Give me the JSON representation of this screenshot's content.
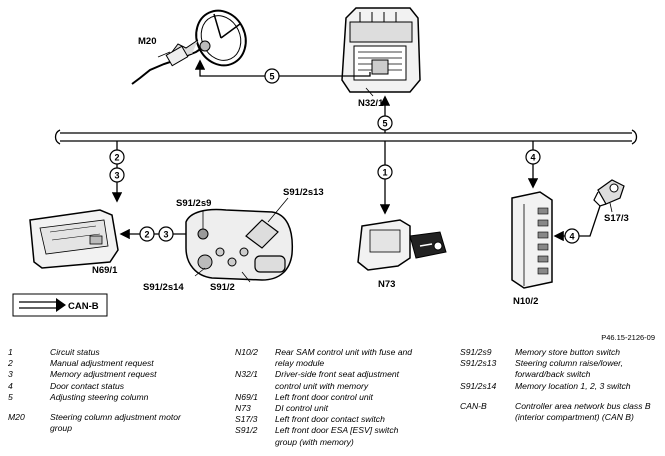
{
  "components": {
    "m20": "M20",
    "n32_1": "N32/1",
    "s91_2s9": "S91/2s9",
    "s91_2s13": "S91/2s13",
    "s91_2s14": "S91/2s14",
    "s91_2": "S91/2",
    "n69_1": "N69/1",
    "n73": "N73",
    "n10_2": "N10/2",
    "s17_3": "S17/3"
  },
  "markers": {
    "steering_link": "5",
    "bus_n32": "5",
    "down_left_a": "2",
    "down_left_b": "3",
    "down_mid": "1",
    "down_right": "4",
    "switch_to_n69_a": "2",
    "switch_to_n69_b": "3",
    "s17_to_n10": "4"
  },
  "can_b_label": "CAN-B",
  "figure_ref": "P46.15-2126-09",
  "legend_col1": [
    {
      "key": "1",
      "value": "Circuit status"
    },
    {
      "key": "2",
      "value": "Manual adjustment request"
    },
    {
      "key": "3",
      "value": "Memory adjustment request"
    },
    {
      "key": "4",
      "value": "Door contact status"
    },
    {
      "key": "5",
      "value": "Adjusting steering column"
    },
    {
      "key": "M20",
      "value": "Steering column adjustment motor group"
    }
  ],
  "legend_col2": [
    {
      "key": "N10/2",
      "value": "Rear SAM control unit with fuse and relay module"
    },
    {
      "key": "N32/1",
      "value": "Driver-side front seat adjustment control unit with memory"
    },
    {
      "key": "N69/1",
      "value": "Left front door control unit"
    },
    {
      "key": "N73",
      "value": "DI control unit"
    },
    {
      "key": "S17/3",
      "value": "Left front door contact switch"
    },
    {
      "key": "S91/2",
      "value": "Left front door ESA [ESV] switch group (with memory)"
    }
  ],
  "legend_col3": [
    {
      "key": "S91/2s9",
      "value": "Memory store button switch"
    },
    {
      "key": "S91/2s13",
      "value": "Steering column raise/lower, forward/back switch"
    },
    {
      "key": "S91/2s14",
      "value": "Memory location 1, 2, 3 switch"
    },
    {
      "key": "CAN-B",
      "value": "Controller area network bus class B (interior compartment) (CAN B)"
    }
  ]
}
